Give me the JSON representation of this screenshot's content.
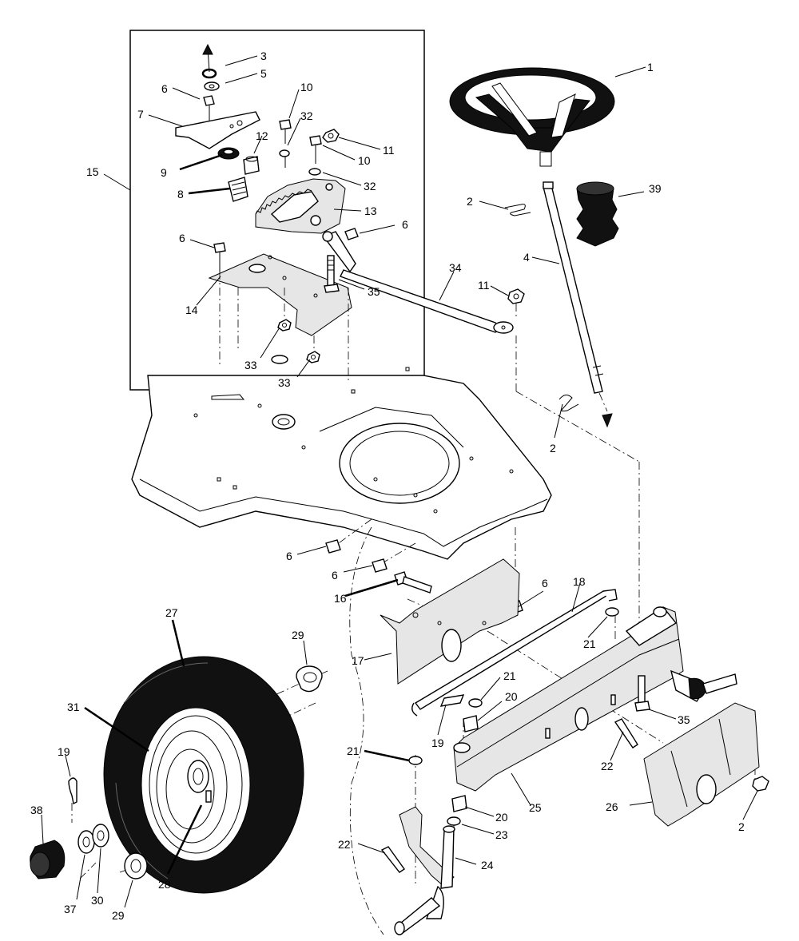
{
  "diagram": {
    "callouts": {
      "c1": "1",
      "c2a": "2",
      "c2b": "2",
      "c2c": "2",
      "c3": "3",
      "c4": "4",
      "c5": "5",
      "c6a": "6",
      "c6b": "6",
      "c6c": "6",
      "c6d": "6",
      "c6e": "6",
      "c6f": "6",
      "c7": "7",
      "c8": "8",
      "c9": "9",
      "c10a": "10",
      "c10b": "10",
      "c11a": "11",
      "c11b": "11",
      "c12": "12",
      "c13": "13",
      "c14": "14",
      "c15": "15",
      "c16": "16",
      "c17": "17",
      "c18": "18",
      "c19a": "19",
      "c19b": "19",
      "c20a": "20",
      "c20b": "20",
      "c21a": "21",
      "c21b": "21",
      "c21c": "21",
      "c22a": "22",
      "c22b": "22",
      "c23": "23",
      "c24": "24",
      "c25": "25",
      "c26": "26",
      "c27": "27",
      "c28": "28",
      "c29a": "29",
      "c29b": "29",
      "c30": "30",
      "c31": "31",
      "c32a": "32",
      "c32b": "32",
      "c33a": "33",
      "c33b": "33",
      "c34": "34",
      "c35a": "35",
      "c35b": "35",
      "c37": "37",
      "c38": "38",
      "c39": "39"
    }
  }
}
